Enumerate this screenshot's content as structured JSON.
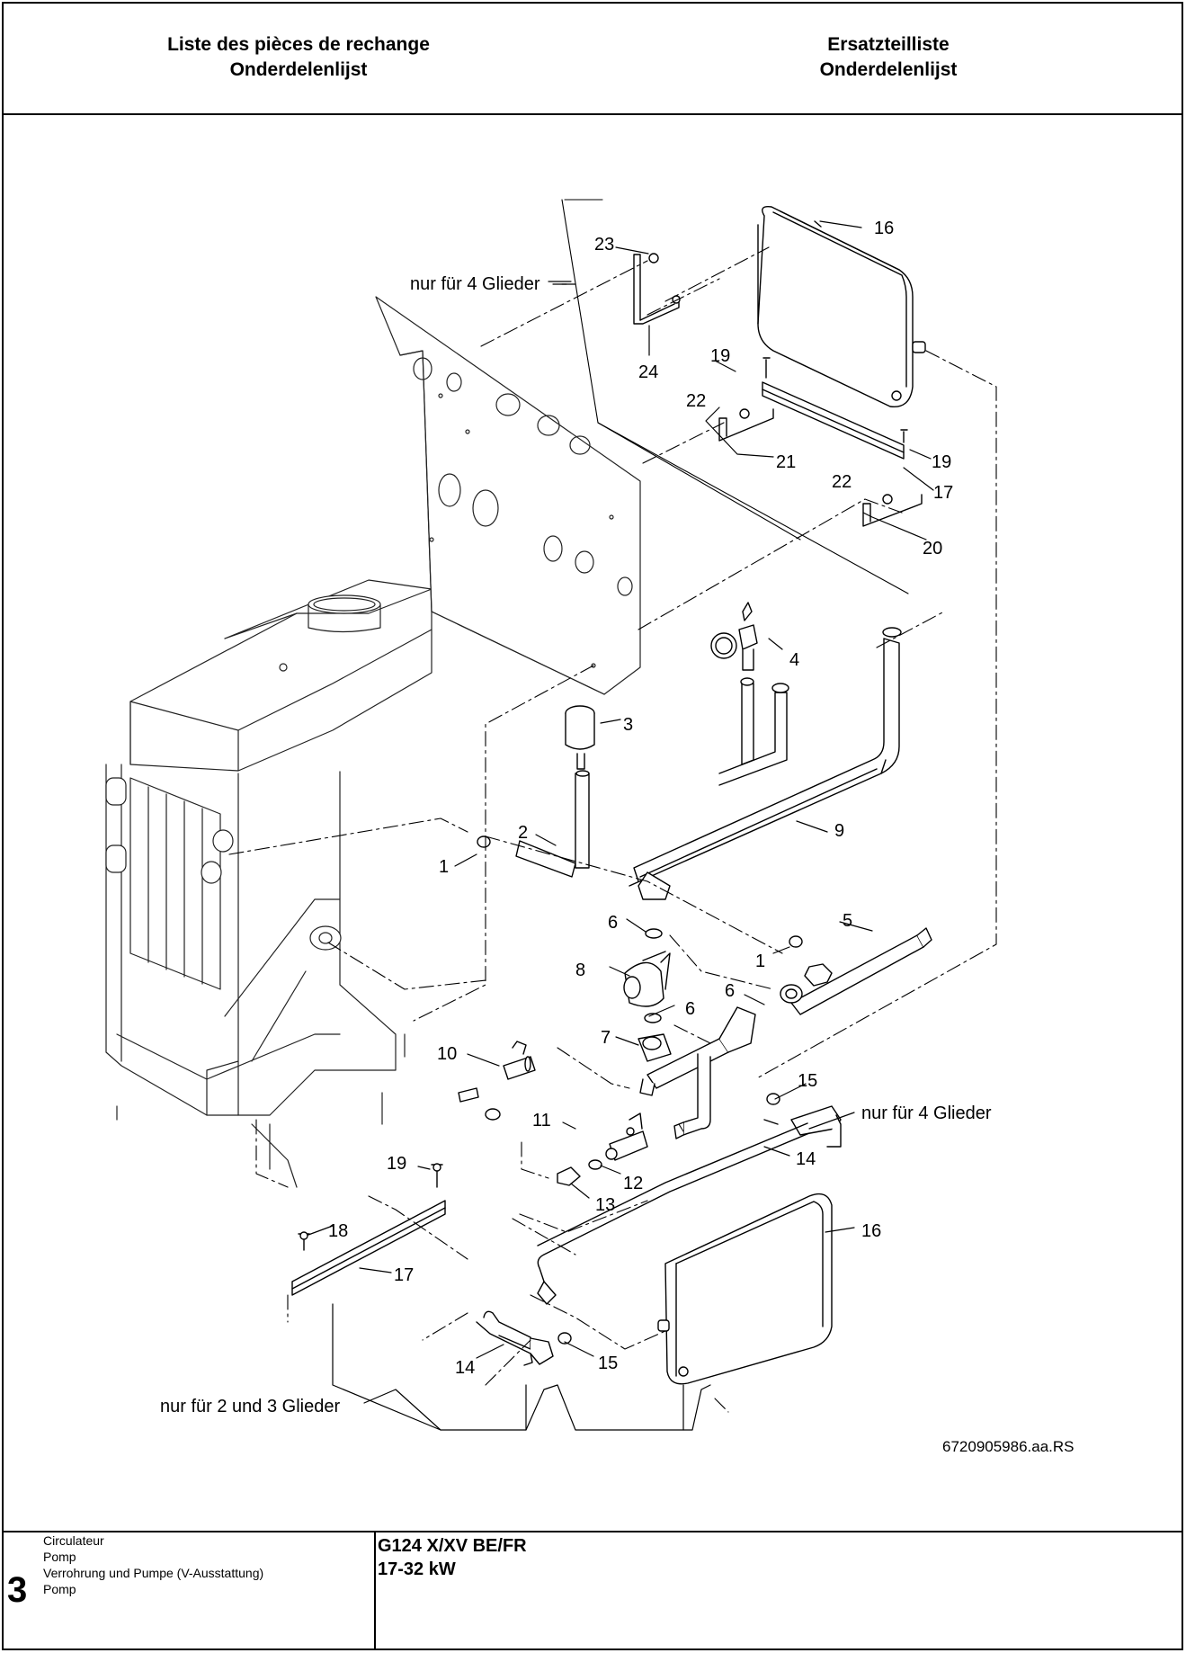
{
  "header": {
    "left": [
      "Liste des pièces de rechange",
      "Onderdelenlijst"
    ],
    "right": [
      "Ersatzteilliste",
      "Onderdelenlijst"
    ]
  },
  "diagram": {
    "callouts": {
      "n1a": "1",
      "n1b": "1",
      "n2": "2",
      "n3": "3",
      "n4": "4",
      "n5": "5",
      "n6a": "6",
      "n6b": "6",
      "n6c": "6",
      "n7": "7",
      "n8": "8",
      "n9": "9",
      "n10": "10",
      "n11": "11",
      "n12": "12",
      "n13": "13",
      "n14a": "14",
      "n14b": "14",
      "n15a": "15",
      "n15b": "15",
      "n16a": "16",
      "n16b": "16",
      "n17a": "17",
      "n17b": "17",
      "n18": "18",
      "n19a": "19",
      "n19b": "19",
      "n19c": "19",
      "n20": "20",
      "n21": "21",
      "n22a": "22",
      "n22b": "22",
      "n23": "23",
      "n24": "24"
    },
    "notes": {
      "four_top": "nur für 4 Glieder",
      "four_right": "nur für 4 Glieder",
      "two_three": "nur für 2 und 3 Glieder"
    },
    "code": "6720905986.aa.RS"
  },
  "footer": {
    "page_number": "3",
    "descriptions": [
      "Circulateur",
      "Pomp",
      "Verrohrung und Pumpe (V-Ausstattung)",
      "Pomp"
    ],
    "model": "G124 X/XV BE/FR",
    "power": "17-32 kW"
  }
}
